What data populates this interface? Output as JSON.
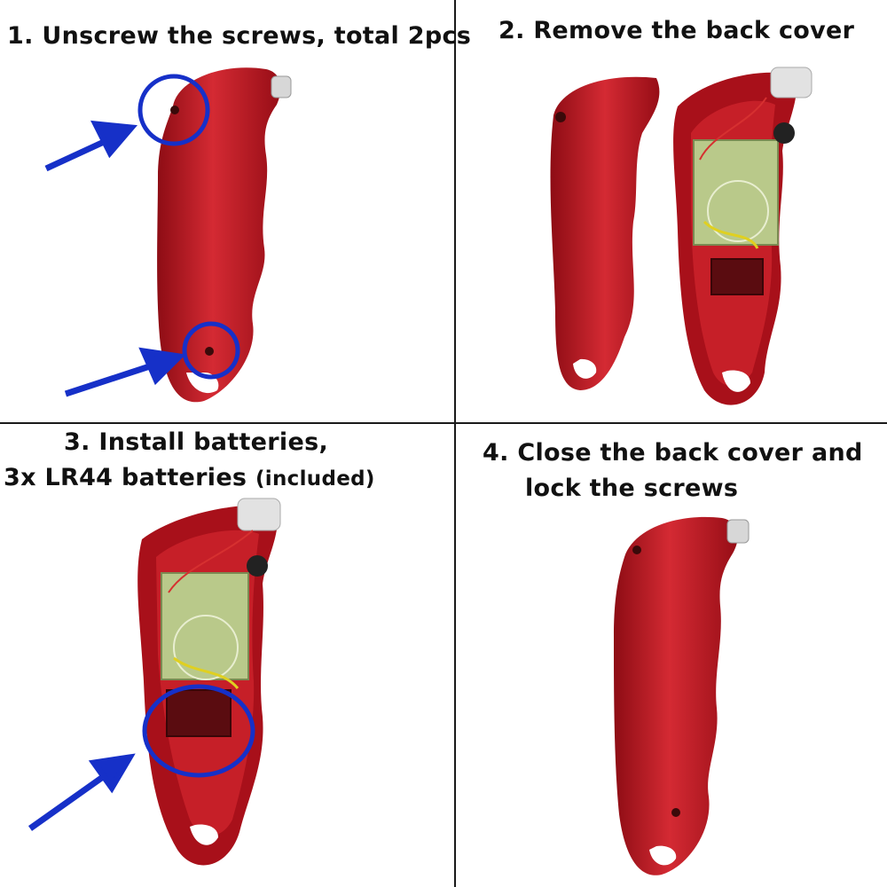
{
  "panels": [
    {
      "step_caption": "1. Unscrew the screws, total 2pcs"
    },
    {
      "step_caption": "2. Remove the back cover"
    },
    {
      "step_caption_line1": "3. Install batteries,",
      "step_caption_line2_main": "3x LR44 batteries",
      "step_caption_line2_note": "(included)"
    },
    {
      "step_caption_line1": "4. Close the back cover and",
      "step_caption_line2": "lock the screws"
    }
  ],
  "colors": {
    "gauge_body": "#b0121c",
    "gauge_highlight": "#e2323c",
    "annotation": "#1630c8",
    "circuit_board": "#b9c98a"
  },
  "icons": [
    "annotation-arrow-icon",
    "highlight-circle-icon",
    "tire-gauge-handle"
  ]
}
